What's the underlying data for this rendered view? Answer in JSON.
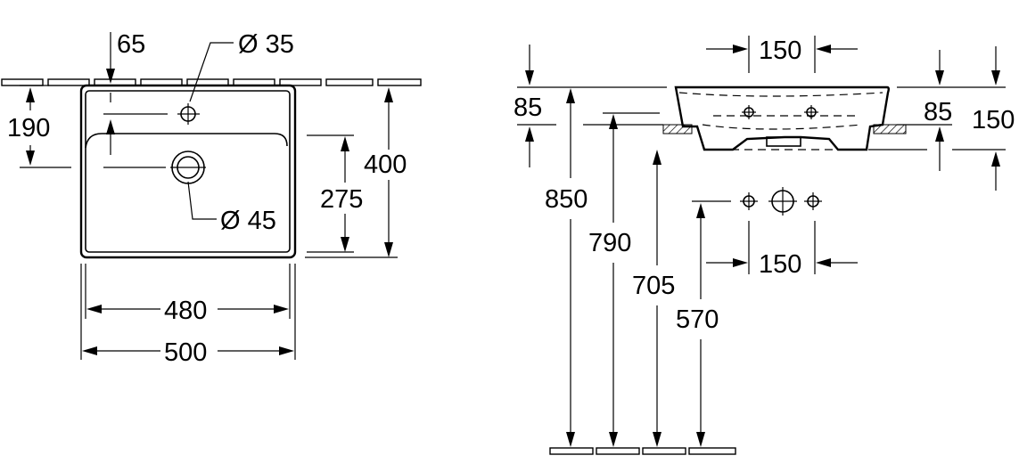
{
  "top_view": {
    "dim_65": "65",
    "dim_dia35": "Ø 35",
    "dim_190": "190",
    "dim_400": "400",
    "dim_275": "275",
    "dim_dia45": "Ø 45",
    "dim_480": "480",
    "dim_500": "500"
  },
  "side_view": {
    "dim_150_top": "150",
    "dim_85_left": "85",
    "dim_85_right": "85",
    "dim_150_right": "150",
    "dim_850": "850",
    "dim_790": "790",
    "dim_705": "705",
    "dim_570": "570",
    "dim_150_mid": "150"
  }
}
